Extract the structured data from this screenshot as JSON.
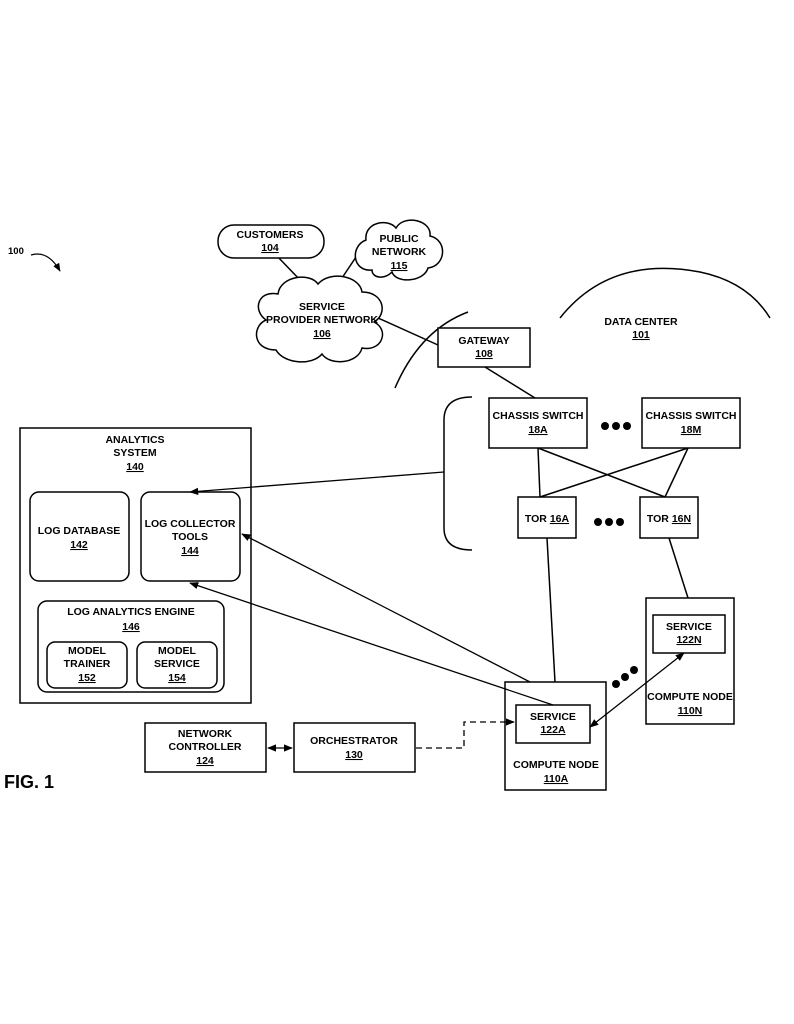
{
  "figure": {
    "ref_number": "100",
    "caption": "FIG. 1"
  },
  "nodes": {
    "customers": {
      "name": "CUSTOMERS",
      "num": "104"
    },
    "public_network": {
      "line1": "PUBLIC",
      "line2": "NETWORK",
      "num": "115"
    },
    "service_provider_network": {
      "line1": "SERVICE",
      "line2": "PROVIDER NETWORK",
      "num": "106"
    },
    "gateway": {
      "name": "GATEWAY",
      "num": "108"
    },
    "data_center": {
      "name": "DATA CENTER",
      "num": "101"
    },
    "chassis_switch_a": {
      "name": "CHASSIS SWITCH",
      "num": "18A"
    },
    "chassis_switch_m": {
      "name": "CHASSIS SWITCH",
      "num": "18M"
    },
    "tor_a": {
      "prefix": "TOR",
      "num": "16A"
    },
    "tor_n": {
      "prefix": "TOR",
      "num": "16N"
    },
    "analytics_system": {
      "line1": "ANALYTICS",
      "line2": "SYSTEM",
      "num": "140"
    },
    "log_database": {
      "name": "LOG DATABASE",
      "num": "142"
    },
    "log_collector_tools": {
      "line1": "LOG COLLECTOR",
      "line2": "TOOLS",
      "num": "144"
    },
    "log_analytics_engine": {
      "name": "LOG ANALYTICS ENGINE",
      "num": "146"
    },
    "model_trainer": {
      "line1": "MODEL",
      "line2": "TRAINER",
      "num": "152"
    },
    "model_service": {
      "line1": "MODEL",
      "line2": "SERVICE",
      "num": "154"
    },
    "network_controller": {
      "line1": "NETWORK",
      "line2": "CONTROLLER",
      "num": "124"
    },
    "orchestrator": {
      "name": "ORCHESTRATOR",
      "num": "130"
    },
    "service_a": {
      "name": "SERVICE",
      "num": "122A"
    },
    "compute_node_a": {
      "name": "COMPUTE NODE",
      "num": "110A"
    },
    "service_n": {
      "name": "SERVICE",
      "num": "122N"
    },
    "compute_node_n": {
      "name": "COMPUTE NODE",
      "num": "110N"
    }
  }
}
